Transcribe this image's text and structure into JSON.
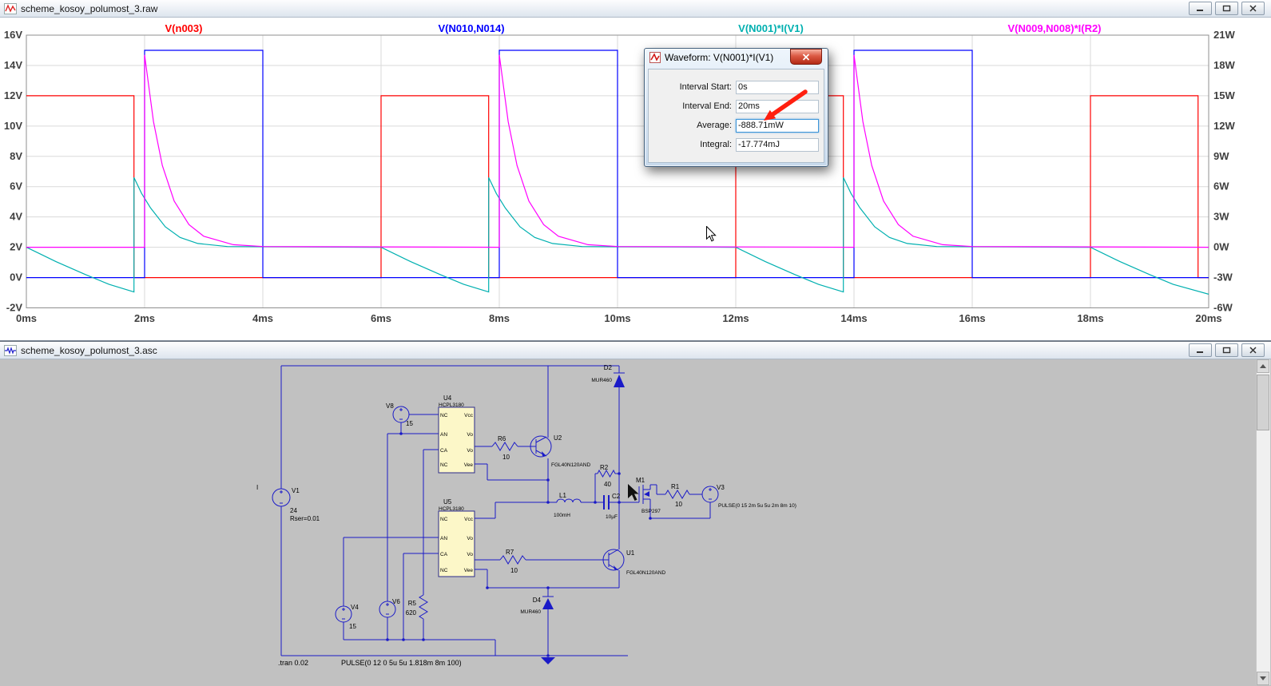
{
  "plot_window": {
    "title": "scheme_kosoy_polumost_3.raw"
  },
  "schematic_window": {
    "title": "scheme_kosoy_polumost_3.asc"
  },
  "dialog": {
    "title": "Waveform: V(N001)*I(V1)",
    "fields": [
      {
        "label": "Interval Start:",
        "value": "0s"
      },
      {
        "label": "Interval End:",
        "value": "20ms"
      },
      {
        "label": "Average:",
        "value": "-888.71mW"
      },
      {
        "label": "Integral:",
        "value": "-17.774mJ"
      }
    ]
  },
  "chart_data": {
    "type": "line",
    "x_ticks": [
      "0ms",
      "2ms",
      "4ms",
      "6ms",
      "8ms",
      "10ms",
      "12ms",
      "14ms",
      "16ms",
      "18ms",
      "20ms"
    ],
    "left_axis_ticks": [
      "16V",
      "14V",
      "12V",
      "10V",
      "8V",
      "6V",
      "4V",
      "2V",
      "0V",
      "-2V"
    ],
    "right_axis_ticks": [
      "21W",
      "18W",
      "15W",
      "12W",
      "9W",
      "6W",
      "3W",
      "0W",
      "-3W",
      "-6W"
    ],
    "x_range_ms": [
      0,
      20
    ],
    "left_range_V": [
      16,
      -2
    ],
    "right_range_W": [
      21,
      -6
    ],
    "grid": true,
    "legend_position": "top",
    "series": [
      {
        "name": "V(n003)",
        "color": "#ff0000",
        "points": [
          [
            0,
            12
          ],
          [
            1.82,
            12
          ],
          [
            1.82,
            0
          ],
          [
            6,
            0
          ],
          [
            6,
            12
          ],
          [
            7.82,
            12
          ],
          [
            7.82,
            0
          ],
          [
            12,
            0
          ],
          [
            12,
            12
          ],
          [
            13.82,
            12
          ],
          [
            13.82,
            0
          ],
          [
            18,
            0
          ],
          [
            18,
            12
          ],
          [
            19.82,
            12
          ],
          [
            19.82,
            0
          ],
          [
            20,
            0
          ]
        ]
      },
      {
        "name": "V(N010,N014)",
        "color": "#0000ff",
        "points": [
          [
            0,
            0
          ],
          [
            2,
            0
          ],
          [
            2,
            15
          ],
          [
            4,
            15
          ],
          [
            4,
            0
          ],
          [
            8,
            0
          ],
          [
            8,
            15
          ],
          [
            10,
            15
          ],
          [
            10,
            0
          ],
          [
            14,
            0
          ],
          [
            14,
            15
          ],
          [
            16,
            15
          ],
          [
            16,
            0
          ],
          [
            20,
            0
          ]
        ]
      },
      {
        "name": "V(N001)*I(V1)",
        "color": "#00b0b0",
        "points": [
          [
            0,
            2
          ],
          [
            0.5,
            1.05
          ],
          [
            1.0,
            0.2
          ],
          [
            1.4,
            -0.45
          ],
          [
            1.82,
            -0.95
          ],
          [
            1.82,
            6.6
          ],
          [
            1.95,
            5.55
          ],
          [
            2.1,
            4.6
          ],
          [
            2.35,
            3.35
          ],
          [
            2.6,
            2.65
          ],
          [
            2.9,
            2.25
          ],
          [
            3.4,
            2.05
          ],
          [
            6,
            2
          ],
          [
            6.5,
            1.05
          ],
          [
            7.0,
            0.2
          ],
          [
            7.4,
            -0.45
          ],
          [
            7.82,
            -0.95
          ],
          [
            7.82,
            6.6
          ],
          [
            7.95,
            5.55
          ],
          [
            8.1,
            4.6
          ],
          [
            8.35,
            3.35
          ],
          [
            8.6,
            2.65
          ],
          [
            8.9,
            2.25
          ],
          [
            9.4,
            2.05
          ],
          [
            12,
            2
          ],
          [
            12.5,
            1.05
          ],
          [
            13.0,
            0.2
          ],
          [
            13.4,
            -0.45
          ],
          [
            13.82,
            -0.95
          ],
          [
            13.82,
            6.6
          ],
          [
            13.95,
            5.55
          ],
          [
            14.1,
            4.6
          ],
          [
            14.35,
            3.35
          ],
          [
            14.6,
            2.65
          ],
          [
            14.9,
            2.25
          ],
          [
            15.4,
            2.05
          ],
          [
            18,
            2
          ],
          [
            18.5,
            1.05
          ],
          [
            19.0,
            0.2
          ],
          [
            19.4,
            -0.45
          ],
          [
            20,
            -1.1
          ]
        ]
      },
      {
        "name": "V(N009,N008)*I(R2)",
        "color": "#ff00ff",
        "points": [
          [
            0,
            2
          ],
          [
            2,
            2
          ],
          [
            2,
            14.7
          ],
          [
            2.15,
            10.3
          ],
          [
            2.3,
            7.4
          ],
          [
            2.5,
            5.05
          ],
          [
            2.75,
            3.5
          ],
          [
            3.0,
            2.73
          ],
          [
            3.5,
            2.17
          ],
          [
            4.0,
            2.05
          ],
          [
            8,
            2
          ],
          [
            8,
            14.7
          ],
          [
            8.15,
            10.3
          ],
          [
            8.3,
            7.4
          ],
          [
            8.5,
            5.05
          ],
          [
            8.75,
            3.5
          ],
          [
            9.0,
            2.73
          ],
          [
            9.5,
            2.17
          ],
          [
            10,
            2.05
          ],
          [
            14,
            2
          ],
          [
            14,
            14.7
          ],
          [
            14.15,
            10.3
          ],
          [
            14.3,
            7.4
          ],
          [
            14.5,
            5.05
          ],
          [
            14.75,
            3.5
          ],
          [
            15.0,
            2.73
          ],
          [
            15.5,
            2.17
          ],
          [
            16,
            2.05
          ],
          [
            20,
            2
          ]
        ]
      }
    ]
  },
  "schematic": {
    "labels": {
      "i_label": "I",
      "v1": "V1",
      "v1_val": "24",
      "v1_rser": "Rser=0.01",
      "v8": "V8",
      "v8_val": "15",
      "v4": "V4",
      "v4_val": "15",
      "v6": "V6",
      "v3": "V3",
      "v3_pulse": "PULSE(0 15 2m 5u 5u 2m 8m 10)",
      "u4": "U4",
      "u4_part": "HCPL3180",
      "u5": "U5",
      "u5_part": "HCPL3180",
      "u2": "U2",
      "u2_part": "FGL40N120AND",
      "u1": "U1",
      "u1_part": "FGL40N120AND",
      "r1": "R1",
      "r1_val": "10",
      "r2": "R2",
      "r2_val": "40",
      "r5": "R5",
      "r5_val": "620",
      "r6": "R6",
      "r6_val": "10",
      "r7": "R7",
      "r7_val": "10",
      "l1": "L1",
      "l1_val": "100mH",
      "c2": "C2",
      "c2_val": "10µF",
      "d2": "D2",
      "d2_part": "MUR460",
      "d4": "D4",
      "d4_part": "MUR460",
      "m1": "M1",
      "m1_part": "BSP297",
      "tran": ".tran 0.02",
      "pulse1": "PULSE(0 12 0 5u 5u 1.818m 8m 100)"
    },
    "pins_left": [
      "NC",
      "AN",
      "CA",
      "NC"
    ],
    "pins_right": [
      "Vcc",
      "Vo",
      "Vo",
      "Vee"
    ]
  }
}
